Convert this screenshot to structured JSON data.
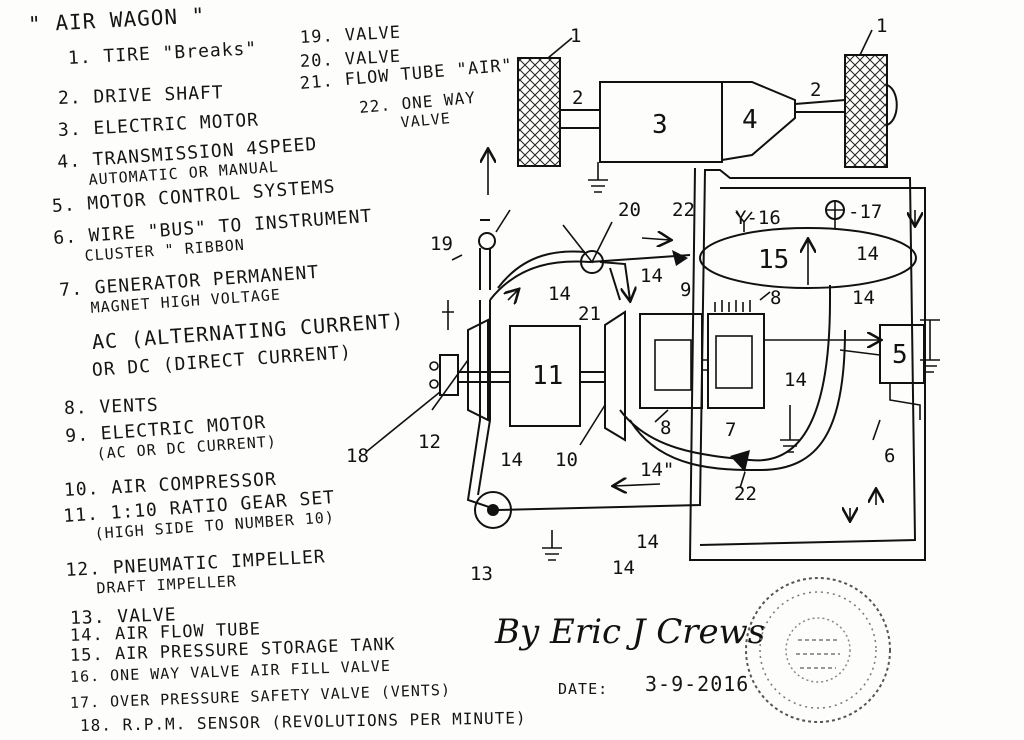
{
  "title": "\" AIR WAGON \"",
  "legend": [
    {
      "text": "1. TIRE \"Breaks\""
    },
    {
      "text": "2. DRIVE SHAFT"
    },
    {
      "text": "3. ELECTRIC MOTOR"
    },
    {
      "text": "4. TRANSMISSION 4SPEED",
      "sub": "AUTOMATIC OR MANUAL"
    },
    {
      "text": "5. MOTOR CONTROL SYSTEMS"
    },
    {
      "text": "6. WIRE \"BUS\" TO INSTRUMENT",
      "sub": "CLUSTER \" RIBBON"
    },
    {
      "text": "7. GENERATOR PERMANENT",
      "sub": "MAGNET HIGH VOLTAGE"
    },
    {
      "text": "AC (ALTERNATING CURRENT)"
    },
    {
      "text": "OR DC (DIRECT CURRENT)"
    },
    {
      "text": "8. VENTS"
    },
    {
      "text": "9. ELECTRIC MOTOR",
      "sub": "(AC OR DC CURRENT)"
    },
    {
      "text": "10. AIR COMPRESSOR"
    },
    {
      "text": "11. 1:10 RATIO GEAR SET",
      "sub": "(HIGH SIDE TO NUMBER 10)"
    },
    {
      "text": "12. PNEUMATIC IMPELLER",
      "sub": "DRAFT IMPELLER"
    },
    {
      "text": "13. VALVE"
    },
    {
      "text": "14. AIR FLOW TUBE"
    },
    {
      "text": "15. AIR PRESSURE STORAGE TANK"
    },
    {
      "text": "16. ONE WAY VALVE AIR FILL VALVE"
    },
    {
      "text": "17. OVER PRESSURE SAFETY VALVE (VENTS)"
    },
    {
      "text": "18. R.P.M. SENSOR (REVOLUTIONS PER MINUTE)"
    }
  ],
  "legend2": [
    {
      "text": "19. VALVE"
    },
    {
      "text": "20. VALVE"
    },
    {
      "text": "21. FLOW TUBE \"AIR\""
    },
    {
      "text": "22. ONE WAY",
      "sub": "VALVE"
    }
  ],
  "diagram_labels": {
    "n1a": "1",
    "n1b": "1",
    "n2a": "2",
    "n2b": "2",
    "n3": "3",
    "n4": "4",
    "n5": "5",
    "n6": "6",
    "n7": "7",
    "n8a": "8",
    "n8b": "8",
    "n9": "9",
    "n10": "10",
    "n11": "11",
    "n12": "12",
    "n13": "13",
    "n14a": "14",
    "n14b": "14",
    "n14c": "14",
    "n14d": "14",
    "n14e": "14",
    "n14f": "14",
    "n14g": "14",
    "n14h": "14\"",
    "n14i": "14",
    "n15": "15",
    "n16": "Y-16",
    "n17": "-17",
    "n18": "18",
    "n19": "19",
    "n20": "20",
    "n21": "21",
    "n22a": "22",
    "n22b": "22"
  },
  "signature": "By Eric J Crews",
  "date_label": "DATE:",
  "date_value": "3-9-2016"
}
